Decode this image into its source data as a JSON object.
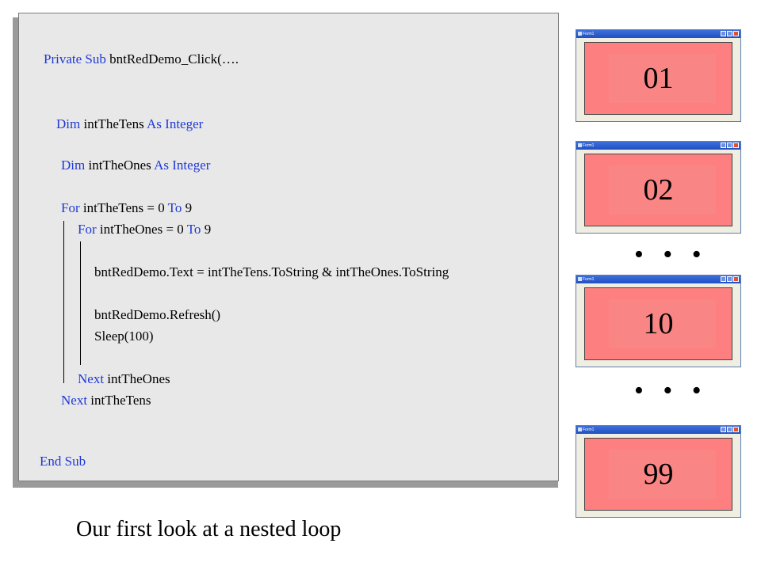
{
  "code": {
    "sub_decl": [
      {
        "text": "Private Sub",
        "kw": true
      },
      {
        "text": " bntRedDemo_Click(….",
        "kw": false
      }
    ],
    "dim_tens": [
      {
        "text": "Dim",
        "kw": true
      },
      {
        "text": " intTheTens ",
        "kw": false
      },
      {
        "text": "As Integer",
        "kw": true
      }
    ],
    "dim_ones": [
      {
        "text": "Dim",
        "kw": true
      },
      {
        "text": " intTheOnes ",
        "kw": false
      },
      {
        "text": "As Integer",
        "kw": true
      }
    ],
    "for_tens": [
      {
        "text": "For",
        "kw": true
      },
      {
        "text": " intTheTens = 0 ",
        "kw": false
      },
      {
        "text": "To",
        "kw": true
      },
      {
        "text": " 9",
        "kw": false
      }
    ],
    "for_ones": [
      {
        "text": "For",
        "kw": true
      },
      {
        "text": " intTheOnes = 0 ",
        "kw": false
      },
      {
        "text": "To",
        "kw": true
      },
      {
        "text": " 9",
        "kw": false
      }
    ],
    "set_text": [
      {
        "text": "bntRedDemo.Text = intTheTens.ToString & intTheOnes.ToString",
        "kw": false
      }
    ],
    "refresh": [
      {
        "text": "bntRedDemo.Refresh()",
        "kw": false
      }
    ],
    "sleep": [
      {
        "text": "Sleep(100)",
        "kw": false
      }
    ],
    "next_ones": [
      {
        "text": "Next",
        "kw": true
      },
      {
        "text": " intTheOnes",
        "kw": false
      }
    ],
    "next_tens": [
      {
        "text": "Next",
        "kw": true
      },
      {
        "text": " intTheTens",
        "kw": false
      }
    ],
    "end_sub": [
      {
        "text": "End Sub",
        "kw": true
      }
    ]
  },
  "caption": "Our first look at a nested loop",
  "forms": [
    {
      "title": "Form1",
      "value": "01"
    },
    {
      "title": "Form1",
      "value": "02"
    },
    {
      "title": "Form1",
      "value": "10"
    },
    {
      "title": "Form1",
      "value": "99"
    }
  ],
  "ellipsis": "• • •",
  "colors": {
    "keyword": "#1f39d6",
    "button_face": "#fd7f7f",
    "panel_bg": "#e8e8e8"
  }
}
